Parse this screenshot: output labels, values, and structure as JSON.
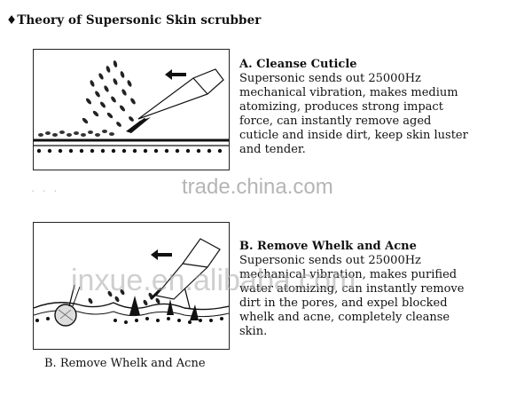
{
  "title": "♦Theory of Supersonic Skin scrubber",
  "section_a": {
    "heading": "A. Cleanse Cuticle",
    "lines": [
      "Supersonic sends out 25000Hz",
      "mechanical vibration,  makes medium",
      "atomizing, produces strong impact",
      "force, can instantly remove aged",
      "cuticle and inside dirt, keep skin luster",
      "and tender."
    ]
  },
  "section_b": {
    "heading": "B. Remove Whelk and Acne",
    "lines": [
      "Supersonic sends out 25000Hz",
      "mechanical vibration,  makes purified",
      "water atomizing, can instantly remove",
      "dirt in the pores, and expel blocked",
      "whelk and acne, completely cleanse",
      "skin."
    ]
  },
  "caption": "B. Remove Whelk and Acne",
  "watermarks": {
    "primary": "trade.china.com",
    "secondary": "inxue.en.alibaba.com"
  },
  "colors": {
    "ink": "#111111",
    "watermark": "#a9a9a9"
  }
}
